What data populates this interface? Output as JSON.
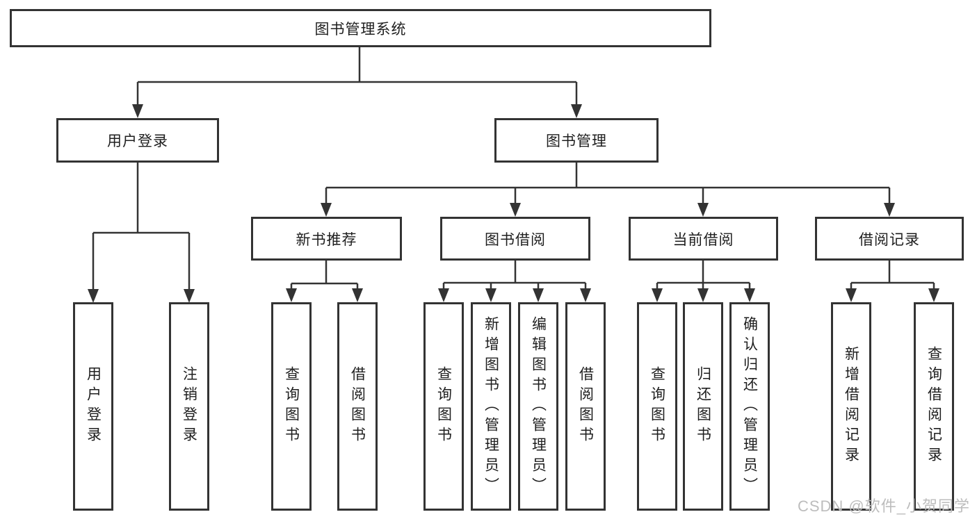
{
  "colors": {
    "line": "#333333",
    "box_border": "#333333",
    "text": "#1e1e1e",
    "watermark": "#bdbdbd",
    "background": "#ffffff"
  },
  "tree": {
    "root": {
      "label": "图书管理系统"
    },
    "branches": [
      {
        "label": "用户登录",
        "children": [
          {
            "label": "用户登录"
          },
          {
            "label": "注销登录"
          }
        ]
      },
      {
        "label": "图书管理",
        "children": [
          {
            "label": "新书推荐",
            "children": [
              {
                "label": "查询图书"
              },
              {
                "label": "借阅图书"
              }
            ]
          },
          {
            "label": "图书借阅",
            "children": [
              {
                "label": "查询图书"
              },
              {
                "label": "新增图书（管理员）"
              },
              {
                "label": "编辑图书（管理员）"
              },
              {
                "label": "借阅图书"
              }
            ]
          },
          {
            "label": "当前借阅",
            "children": [
              {
                "label": "查询图书"
              },
              {
                "label": "归还图书"
              },
              {
                "label": "确认归还（管理员）"
              }
            ]
          },
          {
            "label": "借阅记录",
            "children": [
              {
                "label": "新增借阅记录"
              },
              {
                "label": "查询借阅记录"
              }
            ]
          }
        ]
      }
    ]
  },
  "watermark": {
    "text": "CSDN @软件_小贺同学"
  }
}
